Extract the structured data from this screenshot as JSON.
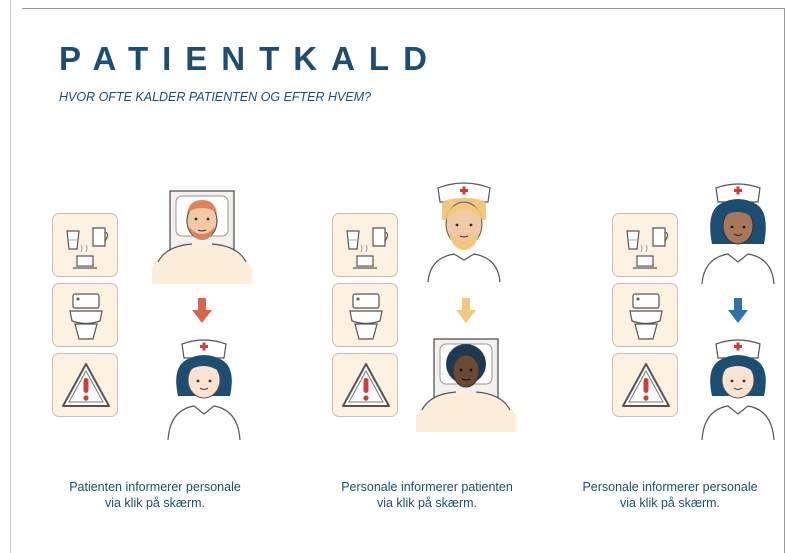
{
  "page": {
    "title": "PATIENTKALD",
    "subtitle": "HVOR OFTE KALDER PATIENTEN OG EFTER HVEM?"
  },
  "scenarios": [
    {
      "caption_line1": "Patienten informerer personale",
      "caption_line2": "via klik på skærm.",
      "arrow_color": "#d9654f"
    },
    {
      "caption_line1": "Personale informerer patienten",
      "caption_line2": "via klik på skærm.",
      "arrow_color": "#f2c77e"
    },
    {
      "caption_line1": "Personale informerer personale",
      "caption_line2": "via klik på skærm.",
      "arrow_color": "#2c73ad"
    }
  ],
  "tiles": [
    "drinks-icon",
    "toilet-icon",
    "warning-icon"
  ],
  "colors": {
    "brand": "#1c4e74",
    "tile_bg": "#fdf1e1",
    "alert_red": "#d23b3b"
  }
}
